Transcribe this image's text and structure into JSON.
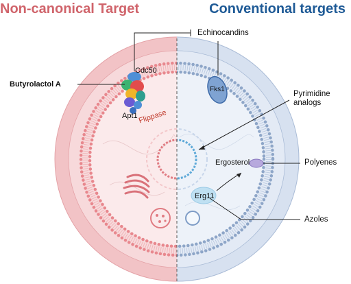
{
  "titles": {
    "left": "Non-canonical Target",
    "right": "Conventional targets"
  },
  "labels": {
    "butyrolactol": "Butyrolactol A",
    "cdc50": "Cdc50",
    "apt1": "Apt1",
    "flippase": "Flippase",
    "echinocandins": "Echinocandins",
    "fks1": "Fks1",
    "pyrimidine_line1": "Pyrimidine",
    "pyrimidine_line2": "analogs",
    "ergosterol": "Ergosterol",
    "polyenes": "Polyenes",
    "erg11": "Erg11",
    "azoles": "Azoles"
  },
  "colors": {
    "left_title": "#d0646b",
    "right_title": "#1e5a96",
    "left_wall": "#f2c3c6",
    "left_wall_inner": "#f7d9db",
    "left_cytoplasm": "#fbeaeb",
    "left_membrane": "#e8888e",
    "right_wall": "#d7e1f0",
    "right_wall_inner": "#e3eaf5",
    "right_cytoplasm": "#edf2f9",
    "right_membrane": "#8ea6c8",
    "flippase_label": "#c0392b"
  },
  "icons": [
    "protein-complex-icon",
    "fks1-protein-icon",
    "erg11-enzyme-icon",
    "ergosterol-molecule-icon",
    "nucleus-icon",
    "golgi-icon",
    "vesicle-icon",
    "vacuole-icon"
  ]
}
